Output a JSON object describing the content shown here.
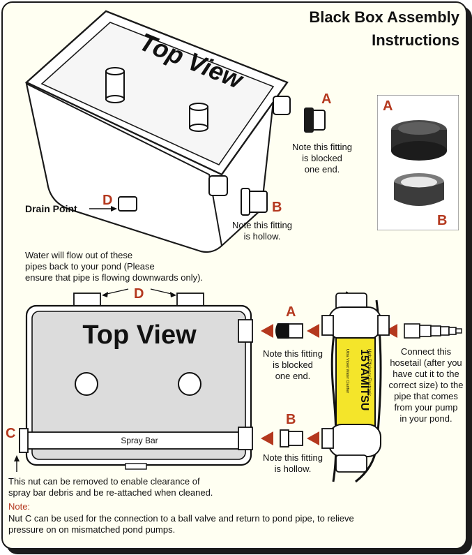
{
  "title": {
    "line1": "Black Box Assembly",
    "line2": "Instructions"
  },
  "top_drawing": {
    "label": "Top View",
    "drain_label": "Drain Point",
    "letter_a": "A",
    "letter_b": "B",
    "letter_d": "D",
    "note_a": [
      "Note this fitting",
      "is blocked",
      "one end."
    ],
    "note_b": [
      "Note this fitting",
      "is hollow."
    ]
  },
  "photo": {
    "letter_a": "A",
    "letter_b": "B"
  },
  "flow_note": [
    "Water will flow out of these",
    "pipes back to your pond (Please",
    "ensure that pipe is flowing downwards only)."
  ],
  "bottom_drawing": {
    "label": "Top View",
    "spray_bar": "Spray Bar",
    "letter_a": "A",
    "letter_b": "B",
    "letter_c": "C",
    "letter_d": "D",
    "note_a": [
      "Note this fitting",
      "is blocked",
      "one end."
    ],
    "note_b": [
      "Note this fitting",
      "is hollow."
    ],
    "hosetail_note": [
      "Connect this",
      "hosetail (after you",
      "have cut it to the",
      "correct size) to the",
      "pipe that comes",
      "from your pump",
      "in your pond."
    ],
    "clarifier_label": {
      "brand": "15YAMITSU",
      "sub": "High Efficiency Electronic",
      "sub2": "Ultra Violet Water Clarifier"
    }
  },
  "nut_note": [
    "This nut can be removed to enable clearance of",
    "spray bar debris and be re-attached when cleaned."
  ],
  "footer": {
    "note_label": "Note:",
    "note_text": [
      "Nut C can be used for the connection to a ball valve and return to pond pipe, to relieve",
      "pressure on on mismatched pond pumps."
    ]
  },
  "colors": {
    "accent": "#b4381e",
    "clarifier": "#f4e52a",
    "box_fill": "#dcdcdc",
    "card": "#fffff2"
  }
}
